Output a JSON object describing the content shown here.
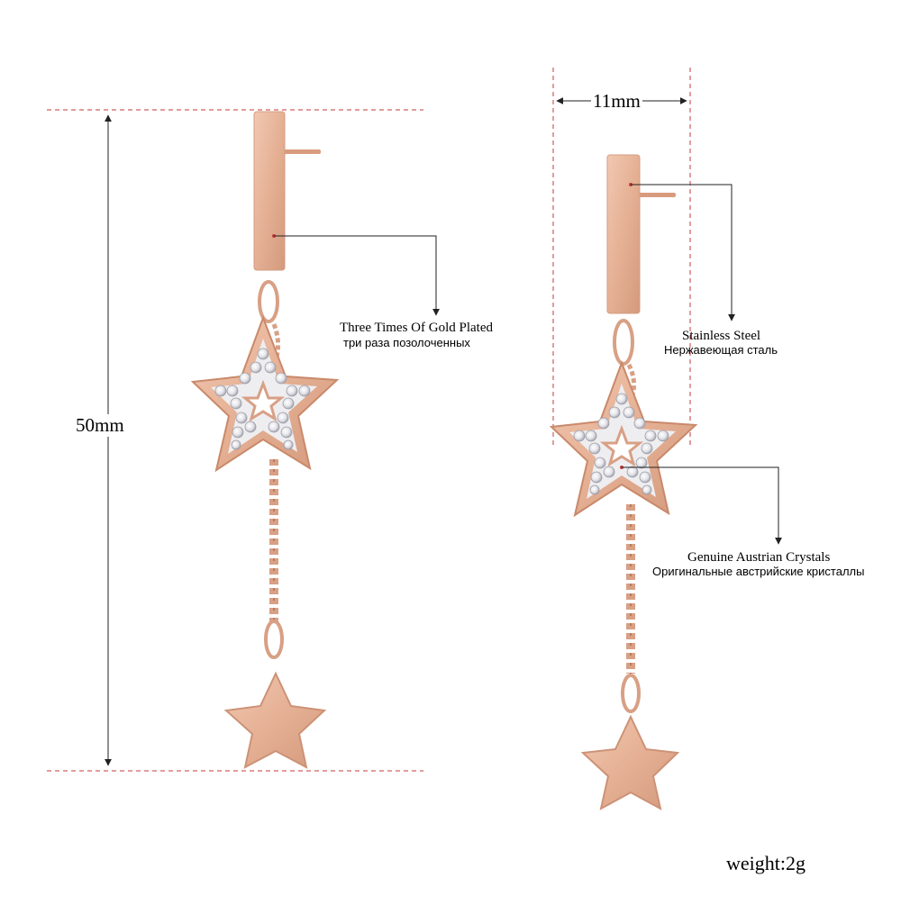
{
  "dimensions": {
    "height": "50mm",
    "width": "11mm"
  },
  "callouts": {
    "gold_plated": {
      "en": "Three Times Of Gold Plated",
      "ru": "три раза позолоченных"
    },
    "steel": {
      "en": "Stainless Steel",
      "ru": "Нержавеющая сталь"
    },
    "crystals": {
      "en": "Genuine Austrian Crystals",
      "ru": "Оригинальные австрийские кристаллы"
    }
  },
  "weight": "weight:2g",
  "colors": {
    "rose_gold": "#e7b79e",
    "rose_gold_dark": "#c98f74",
    "crystal": "#f3f3f5",
    "dim_line": "#c43a3a",
    "leader_line": "#222222"
  }
}
